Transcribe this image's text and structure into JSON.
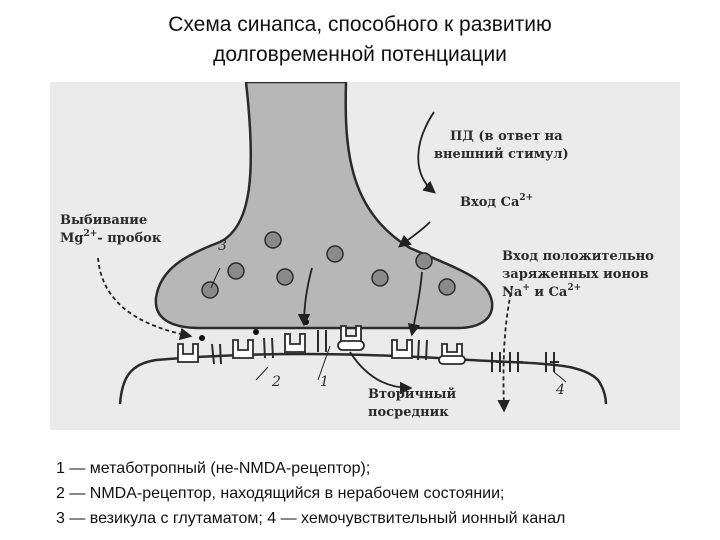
{
  "title": {
    "line1": "Схема синапса, способного к развитию",
    "line2": "долговременной потенциации"
  },
  "figure": {
    "labels": {
      "pd_line1": "ПД (в ответ на",
      "pd_line2": "внешний стимул)",
      "ca_entry": "Вход Ca",
      "ca_entry_sup": "2+",
      "mg_line1": "Выбивание",
      "mg_prefix": "Mg",
      "mg_sup": "2+",
      "mg_suffix": "- пробок",
      "ions_line1": "Вход положительно",
      "ions_line2": "заряженных ионов",
      "ions_line3_na": "Na",
      "ions_line3_plus": "+",
      "ions_line3_and": " и Ca",
      "ions_line3_sup": "2+",
      "second_line1": "Вторичный",
      "second_line2": "посредник"
    },
    "numbers": {
      "n1": "1",
      "n2": "2",
      "n3": "3",
      "n4": "4"
    }
  },
  "captions": {
    "line1": "1 — метаботропный (не-NMDA-рецептор);",
    "line2": "2 — NMDA-рецептор, находящийся в нерабочем состоянии;",
    "line3": "3 — везикула с глутаматом; 4 — хемочувствительный ионный канал"
  }
}
